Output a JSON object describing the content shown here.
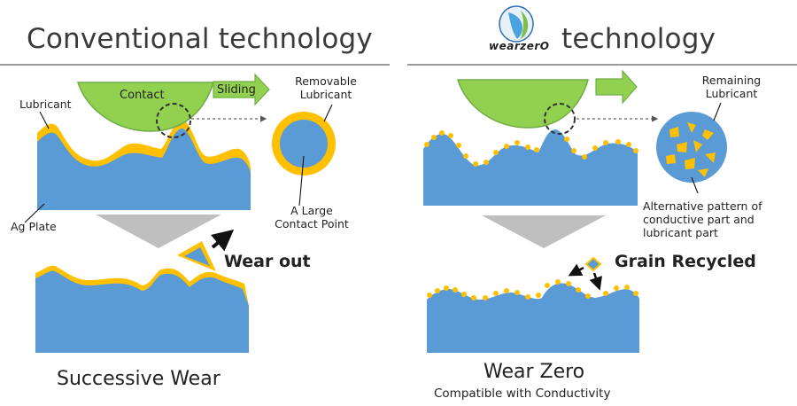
{
  "left_panel": {
    "title": "Conventional technology",
    "labels": {
      "lubricant": "Lubricant",
      "contact": "Contact",
      "sliding": "Sliding",
      "removable_lubricant_1": "Removable",
      "removable_lubricant_2": "Lubricant",
      "ag_plate": "Ag Plate",
      "large_contact_1": "A Large",
      "large_contact_2": "Contact Point",
      "wear_out": "Wear out"
    },
    "caption": "Successive Wear"
  },
  "right_panel": {
    "title": "technology",
    "logo_text": "wearzerO",
    "labels": {
      "remaining_lubricant_1": "Remaining",
      "remaining_lubricant_2": "Lubricant",
      "alternative_1": "Alternative pattern of",
      "alternative_2": "conductive part and",
      "alternative_3": "lubricant part",
      "grain_recycled": "Grain Recycled"
    },
    "caption": "Wear Zero",
    "subcaption": "Compatible with Conductivity"
  },
  "colors": {
    "metal_blue": "#5b9bd5",
    "lubricant_yellow": "#ffc000",
    "contact_green": "#92d050",
    "green_outline": "#70ad47",
    "arrow_gray": "#bfbfbf"
  }
}
